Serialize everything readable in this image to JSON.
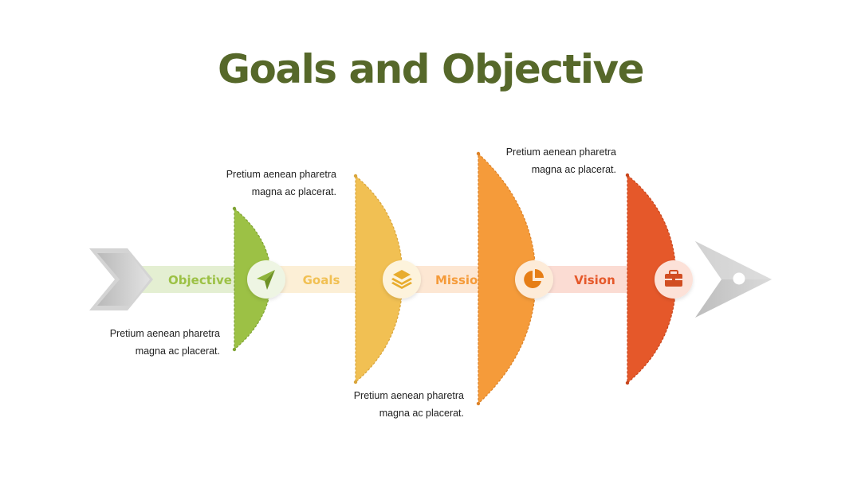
{
  "title": "Goals and Objective",
  "colors": {
    "title": "#56682A",
    "tail": "#C9C9C9",
    "head": "#C9C9C9"
  },
  "stages": [
    {
      "label": "Objective",
      "icon": "paper-plane-icon",
      "color": "#9CC145",
      "band": "#E4EFD2",
      "text": "Pretium aenean pharetra magna ac placerat."
    },
    {
      "label": "Goals",
      "icon": "layers-icon",
      "color": "#F1C053",
      "band": "#FCEFD6",
      "text": "Pretium aenean pharetra magna ac placerat."
    },
    {
      "label": "Mission",
      "icon": "pie-chart-icon",
      "color": "#F59B3A",
      "band": "#FDE7D3",
      "text": "Pretium aenean pharetra magna ac placerat."
    },
    {
      "label": "Vision",
      "icon": "briefcase-icon",
      "color": "#E5582A",
      "band": "#FBDCD3",
      "text": "Pretium aenean pharetra magna ac placerat."
    }
  ]
}
